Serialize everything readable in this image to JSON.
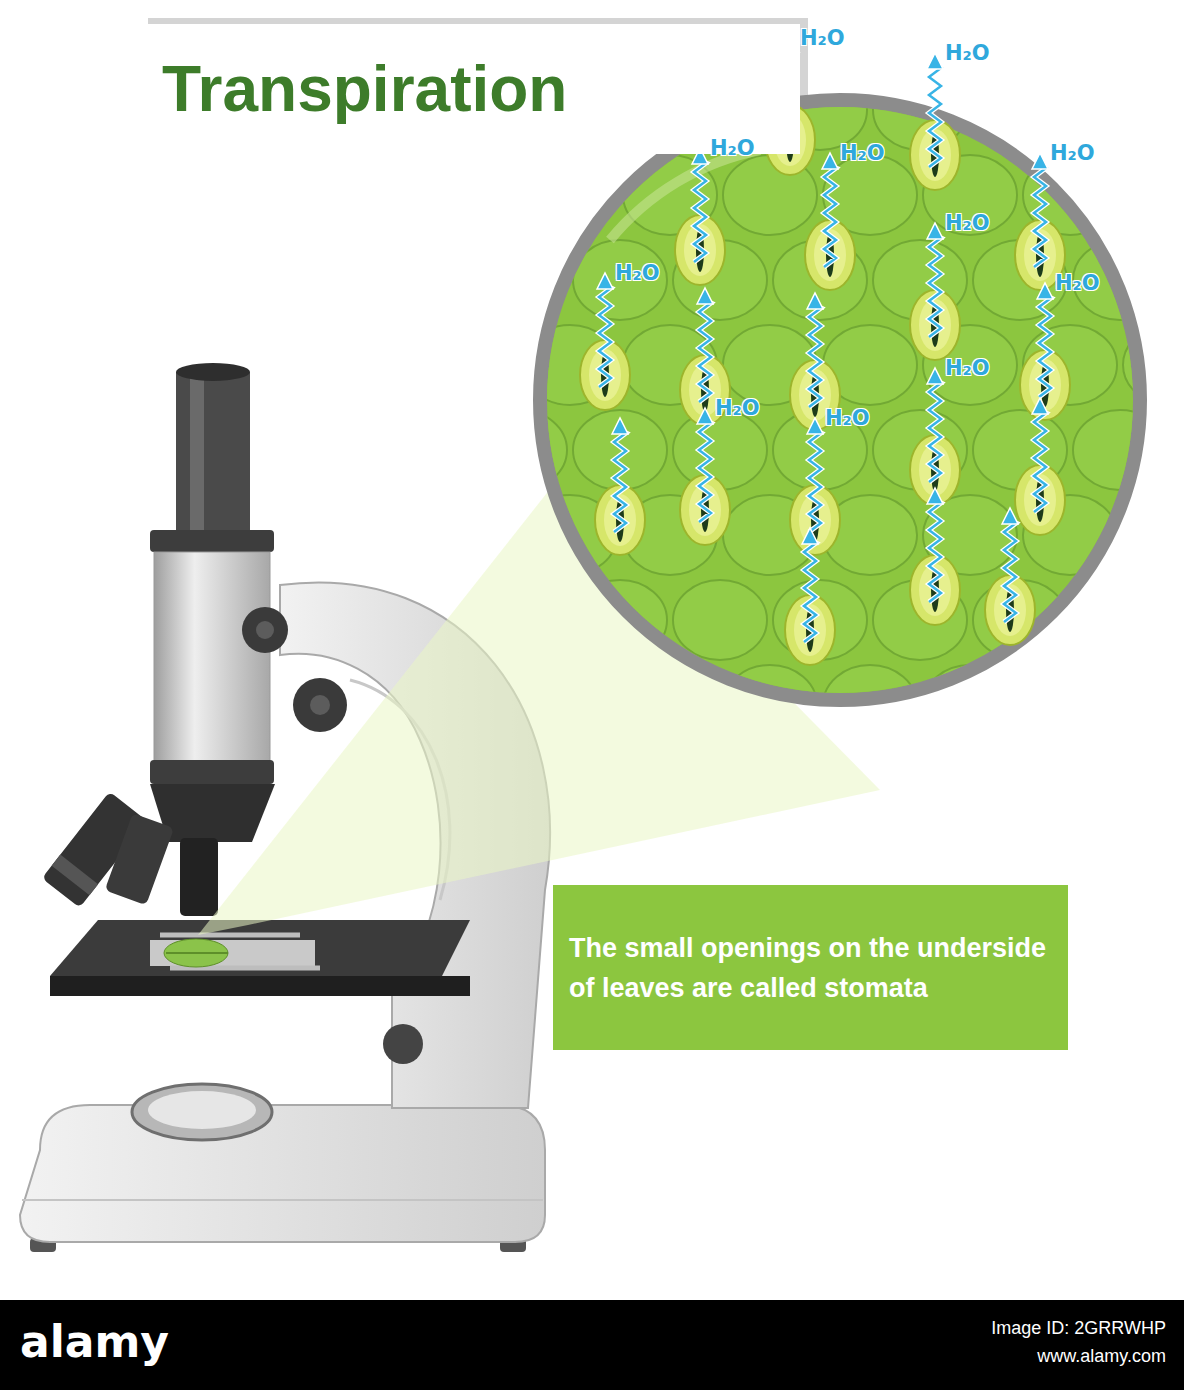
{
  "diagram": {
    "title": "Transpiration",
    "nodes": [
      {
        "text": [
          "The small openings on the underside of leaves are called stomata"
        ]
      }
    ],
    "labels": [
      "H₂O",
      "H₂O",
      "H₂O",
      "H₂O",
      "H₂O",
      "H₂O",
      "H₂O",
      "H₂O",
      "H₂O",
      "H₂O",
      "H₂O",
      "alamy",
      "Image ID: 2GRRWHP",
      "www.alamy.com"
    ]
  }
}
